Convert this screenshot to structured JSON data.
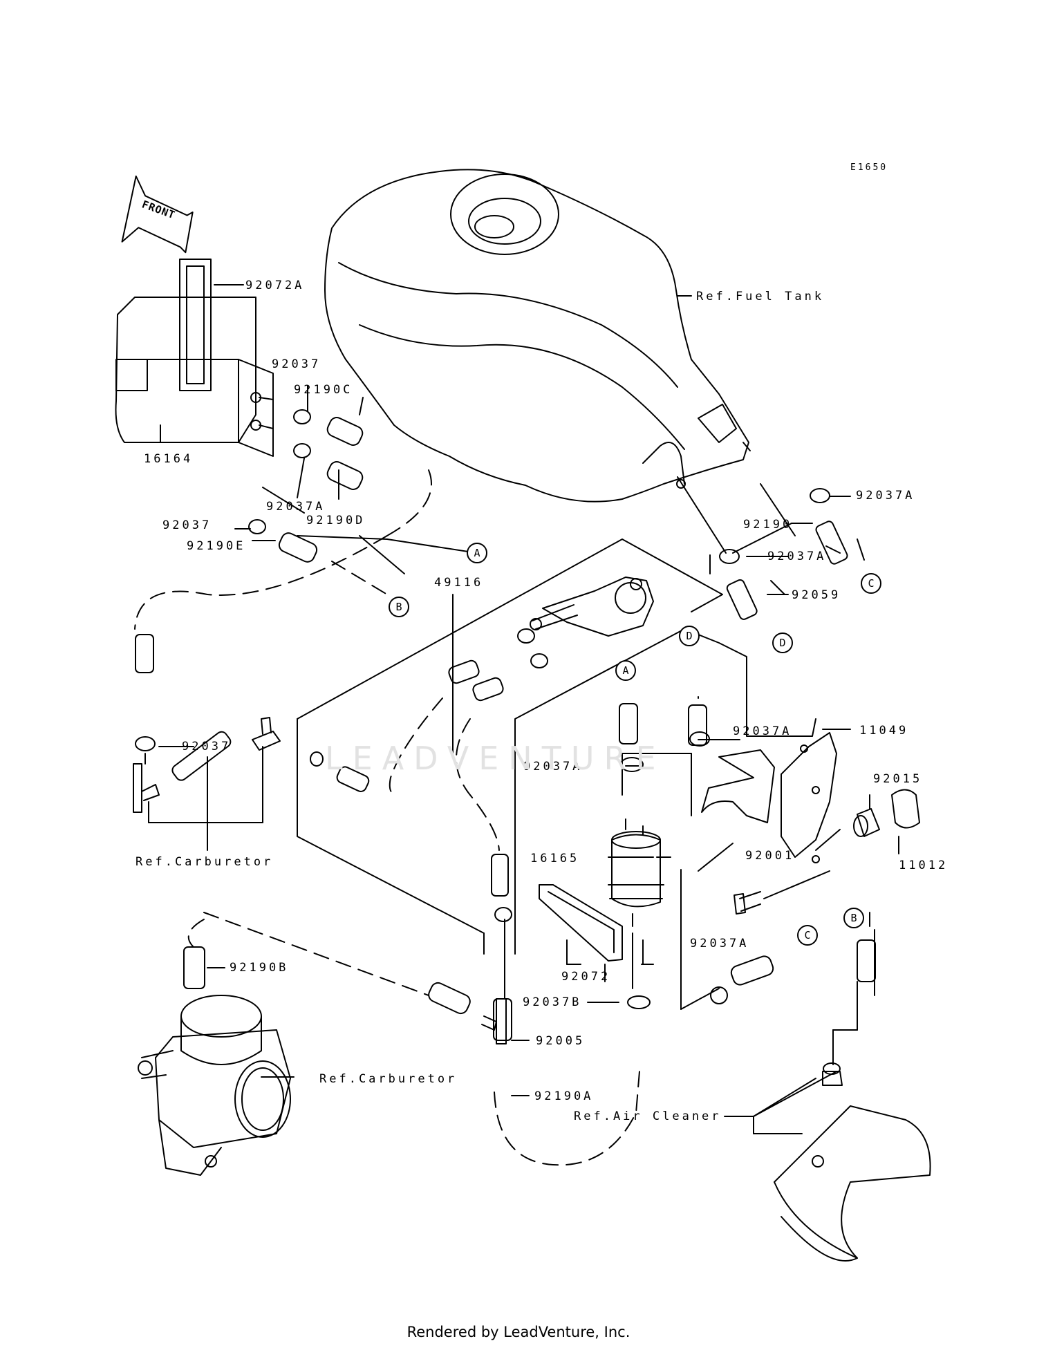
{
  "diagram_code": "E1650",
  "front_label": "FRONT",
  "watermark": "LEADVENTURE",
  "footer": "Rendered by LeadVenture, Inc.",
  "labels": {
    "p92072A": "92072A",
    "p92037_top": "92037",
    "p92190C": "92190C",
    "p16164": "16164",
    "p92037A_left": "92037A",
    "p92190D": "92190D",
    "p92037_mid": "92037",
    "p92190E": "92190E",
    "p49116": "49116",
    "p92037_carb": "92037",
    "ref_carb_left": "Ref.Carburetor",
    "ref_fuel_tank": "Ref.Fuel Tank",
    "p92037A_r1": "92037A",
    "p92190": "92190",
    "p92037A_r2": "92037A",
    "p92059": "92059",
    "p11049": "11049",
    "p92037A_c1": "92037A",
    "p92037A_c2": "92037A",
    "p92015": "92015",
    "p16165": "16165",
    "p92001": "92001",
    "p11012": "11012",
    "p92190B": "92190B",
    "p92072": "92072",
    "p92037A_low": "92037A",
    "p92037B": "92037B",
    "p92005": "92005",
    "ref_carb_main": "Ref.Carburetor",
    "p92190A": "92190A",
    "ref_air_cleaner": "Ref.Air Cleaner"
  },
  "callouts": {
    "A1": "A",
    "B1": "B",
    "C1": "C",
    "D1": "D",
    "D2": "D",
    "A2": "A",
    "C2": "C",
    "B2": "B"
  }
}
